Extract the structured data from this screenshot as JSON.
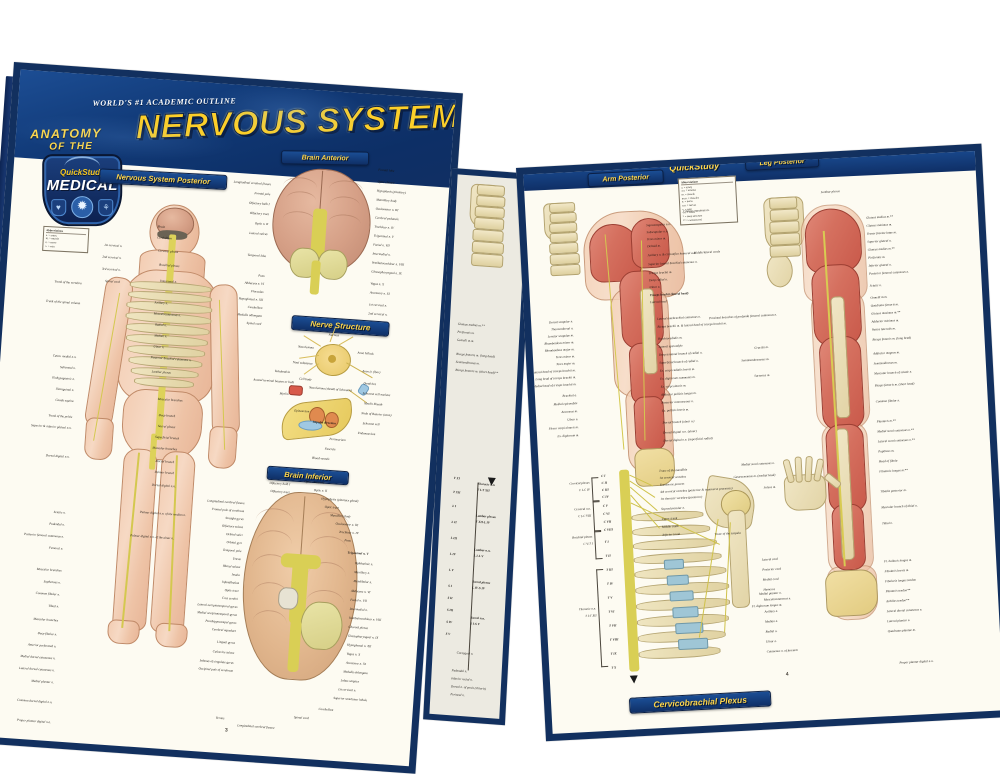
{
  "product": {
    "brand_quickstudy": "QuickStudy",
    "brand_line": "MEDICAL",
    "kicker": "WORLD'S #1 ACADEMIC OUTLINE",
    "title_small_1": "ANATOMY",
    "title_small_2": "OF THE",
    "title_main": "NERVOUS SYSTEM",
    "accent_yellow": "#fccf29",
    "navy": "#12305f",
    "paper": "#fdfbf2"
  },
  "left_panel": {
    "page_number": "3",
    "sections": [
      {
        "ribbon": "Nervous System Posterior"
      },
      {
        "ribbon": "Brain Anterior"
      },
      {
        "ribbon": "Nerve Structure"
      },
      {
        "ribbon": "Brain Inferior"
      }
    ],
    "legend": {
      "title": "Abbreviations",
      "rows": [
        "a. = artery",
        "m. = muscle",
        "n. = nerve",
        "v. = vein"
      ]
    },
    "nervous_system_posterior_labels_right": [
      "Brain",
      "Cerebellum",
      "Cervical plexus",
      "Brachial plexus",
      "Intercostal n.",
      "Axillary n.",
      "Musculocutaneous n.",
      "Radial n.",
      "Median n.",
      "Ulnar n.",
      "Posterior brachial cutaneous n.",
      "Lumbar plexus",
      "Muscular branches",
      "Deep branch",
      "Sacral plexus",
      "Superficial branch",
      "Muscular branches",
      "Dorsal branch",
      "Palmar branch",
      "Dorsal digital n.n.",
      "Palmar digital n.n. of the median n.",
      "Palmar digital n.n. of the ulnar n."
    ],
    "nervous_system_posterior_labels_left": [
      "1st cervical n.",
      "2nd cervical n.",
      "3rd cervical n.",
      "Spinal cord",
      "Trunk of the vertebra",
      "Trunk of the spinal column",
      "Cutan. medial n.n.",
      "Subcostal n.",
      "Iliohypogastric n.",
      "Ilioinguinal n.",
      "Cauda equina",
      "Trunk of the pelvis",
      "Superior & inferior gluteal n.n.",
      "Dorsal digital n.n.",
      "Sciatic n.",
      "Pudendal n.",
      "Posterior femoral cutaneous n.",
      "Femoral n.",
      "Muscular branches",
      "Saphenous n.",
      "Common fibular n.",
      "Tibial n.",
      "Muscular branches",
      "Deep fibular n.",
      "Superficial fibular n.",
      "Medial dorsal cutaneous n.",
      "Lateral dorsal cutaneous n.",
      "Medial plantar n.",
      "Common dorsal digital n.n.",
      "Proper plantar digital n.n."
    ],
    "brain_anterior_labels_left": [
      "Longitudinal cerebral fissure",
      "Frontal pole",
      "Olfactory bulb I",
      "Olfactory tract",
      "Optic n. II",
      "Lateral sulcus",
      "Temporal lobe",
      "Pons",
      "Abducens n. VI",
      "Flocculus",
      "Hypoglossal n. XII",
      "Cerebellum",
      "Medulla oblongata",
      "Spinal cord"
    ],
    "brain_anterior_labels_right": [
      "Frontal lobe",
      "Optic chiasm",
      "Hypophysis (pituitary)",
      "Mamillary body",
      "Oculomotor n. III",
      "Cerebral peduncle",
      "Trochlear n. IV",
      "Trigeminal n. V",
      "Facial n. VII",
      "Intermedial n.",
      "Vestibulocochlear n. VIII",
      "Glossopharyngeal n. IX",
      "Vagus n. X",
      "Accessory n. XI",
      "1st cervical n.",
      "2nd cervical n."
    ],
    "nerve_structure_labels": [
      "Nucleus",
      "Neurilemma",
      "Axon hillock",
      "Nissl substance",
      "Axon (t. fiber)",
      "Cell body",
      "Dendrites",
      "Telodendria",
      "Neurilemma (sheath of Schwann)",
      "Schwann cell nucleus",
      "Axonal terminal bouton or bulb",
      "Myelin Sheath",
      "Myelin",
      "Node of Ranvier (axon)",
      "Schwann cell",
      "Epineurium",
      "Endoneurium",
      "Impulse direction",
      "Perineurium",
      "Fascicle",
      "Blood vessels"
    ],
    "brain_inferior_labels_right": [
      "Optic chiasm II",
      "Optic n. II",
      "Hypophysis (pituitary gland)",
      "Optic tract",
      "Mamillary body",
      "Oculomotor n. III",
      "Trochlear n. IV",
      "Pons",
      "Trigeminal n. V",
      "Ophthalmic n.",
      "Maxillary n.",
      "Mandibular n.",
      "Abducens n. VI",
      "Facial n. VII",
      "Intermedial n.",
      "Vestibulocochlear n. VIII",
      "Choroid plexus",
      "Glossopharyngeal n. IX",
      "Hypoglossal n. XII",
      "Vagus n. X",
      "Accessory n. XI",
      "Medulla oblongata",
      "Lobus simplex",
      "1st cervical n.",
      "Superior semilunar lobule",
      "Cerebellum",
      "Spinal cord",
      "Longitudinal cerebral fissure",
      "Vermis"
    ],
    "brain_inferior_labels_left": [
      "Longitudinal cerebral fissure",
      "Frontal pole of cerebrum",
      "Straight gyrus",
      "Olfactory sulcus",
      "Orbital sulci",
      "Orbital gyri",
      "Olfactory bulb I",
      "Olfactory tract",
      "Temporal pole",
      "Uncus",
      "Rhinal sulcus",
      "Insula",
      "Infundibulum",
      "Optic tract",
      "Crus cerebri",
      "Lateral occipitotemporal gyrus",
      "Medial occipitotemporal gyrus",
      "Parahippocampal gyrus",
      "Cerebral aqueduct",
      "Lingual gyrus",
      "Calcarine sulcus",
      "Isthmus of cingulate gyrus",
      "Occipital pole of cerebrum"
    ],
    "brain_inferior_labels_top": [
      "Olfactory bulb I",
      "Olfactory tract"
    ]
  },
  "fold_panel": {
    "spinal_nerve_levels": [
      "T XI",
      "T XII",
      "L I",
      "L II",
      "L III",
      "L IV",
      "L V",
      "S I",
      "S II",
      "S III",
      "S IV",
      "S V"
    ],
    "plexus_callouts": [
      {
        "name": "Thoracic n.n.",
        "range": "T I-T XII"
      },
      {
        "name": "Lumbar plexus",
        "range": "T XII-L IV"
      },
      {
        "name": "Lumbar n.n.",
        "range": "L I-L V"
      },
      {
        "name": "Sacral plexus",
        "range": "L IV-S IV"
      },
      {
        "name": "Sacral n.n.",
        "range": "S I-S V"
      }
    ],
    "bottom_labels": [
      "Coccygeal n.",
      "Pudendal n.",
      "Inferior rectal n.",
      "Dorsal n. of penis (clitoris)",
      "Perineal n."
    ],
    "upper_labels": [
      "Suprascapular n.n.",
      "Subscapular n.",
      "Axillary n.",
      "Median n. (medial head)",
      "Median n. (lateral head)",
      "Radial n."
    ]
  },
  "right_panel": {
    "page_number": "4",
    "sections": [
      {
        "ribbon": "Arm Posterior"
      },
      {
        "ribbon": "Leg Posterior"
      },
      {
        "ribbon": "Cervicobrachial Plexus"
      }
    ],
    "brand_corner": "QuickStudy",
    "legend": {
      "title": "Abbreviations",
      "rows": [
        "a. = artery",
        "a.a. = arteries",
        "m. = muscle",
        "m.m. = muscles",
        "n. = nerve",
        "n.n. = nerves",
        "v. = vein",
        "v.v. = veins",
        "* = deep structure",
        "** = cut/removed"
      ]
    },
    "arm_posterior_labels_right": [
      "Gluteus maximus m.",
      "Suprascapular n.n.",
      "Subscapular n.n.",
      "Teres minor m.",
      "Deltoid m.",
      "Axillary n. & circumflex humeral a.a.",
      "Middle/lateral cords",
      "Superior lateral brachial cutaneous n.",
      "Triceps brachii m.",
      "Deep radial n.",
      "Ulnar n.",
      "Triceps brachii (lateral head)",
      "Lateral head",
      "Lateral antebrachial cutaneous n.",
      "Biceps brachii m. & lateral head of triceps brachii m.",
      "Brachioradialis m.",
      "Lateral epicondyle",
      "Deep terminal branch of radial n.",
      "Superficial branch of radial n.",
      "Ex. carpi radialis brevis m.",
      "Ex. digitorum communis m.",
      "Ex. carpi ulnaris m.",
      "Abductor pollicis longus m.",
      "Posterior interosseous n.",
      "Ex. pollicis brevis m.",
      "Dorsal branch (ulnar n.)",
      "Dorsal digital n.n. (ulnar)",
      "Dorsal digital n.n. (superficial radial)"
    ],
    "arm_posterior_labels_left": [
      "Dorsal scapular n.",
      "Thoracodorsal n.",
      "Levator scapulae m.",
      "Rhomboideus minor m.",
      "Rhomboideus major m.",
      "Teres minor m.",
      "Teres major m.",
      "Lateral head of triceps brachii m.",
      "Long head of triceps brachii m.",
      "Medial head of triceps brachii m.",
      "Brachial a.",
      "Medial epicondyle",
      "Anconeus m.",
      "Ulnar n.",
      "Flexor carpi ulnaris m.",
      "Ex. digitorum m."
    ],
    "leg_posterior_labels_right": [
      "Lumbar plexus",
      "Gluteus medius m.**",
      "Gluteus minimus m.",
      "Tensor fasciae latae m.",
      "Superior gluteal n.",
      "Gluteus medius m.**",
      "Piriformis m.",
      "Inferior gluteal n.",
      "Posterior femoral cutaneous n.",
      "Sciatic n.",
      "Gemelli m.m.",
      "Quadratus femoris m.",
      "Gluteus maximus m.**",
      "Adductor minimus m.",
      "Vastus lateralis m.",
      "Biceps femoris m. (long head)",
      "Adductor magnus m.",
      "Semitendinosus m.",
      "Muscular branch of sciatic n.",
      "Biceps femoris m. (short head)",
      "Common fibular n.",
      "Plantaris m.**",
      "Medial sural cutaneous n.**",
      "Lateral sural cutaneous n.**",
      "Popliteus m.",
      "Head of fibula",
      "Fibularis longus m.**",
      "Tibialis posterior m.",
      "Muscular branch of tibial n.",
      "Tibial n.",
      "Fl. hallucis longus m.",
      "Fibularis brevis m.",
      "Fibularis longus tendon",
      "Plantaris tendon**",
      "Achilles tendon**",
      "Lateral dorsal cutaneous n.",
      "Lateral plantar n.",
      "Quadratus plantae m.",
      "Proper plantar digital n.n."
    ],
    "leg_posterior_labels_left": [
      "Gracilis m.",
      "Semimembranosus m.",
      "Proximal branches of profunda femoral cutaneous n.",
      "Sartorius m.",
      "Medial sural cutaneous n.",
      "Gastrocnemius m. (medial head)",
      "Soleus m.",
      "Medial plantar n.",
      "Fl. digitorum longus m."
    ],
    "cervicobrachial_labels_right": [
      "Trunc of the mandible",
      "1st cervical vertebra",
      "Transverse process",
      "4th cervical vertebra (posterior & transverse processes)",
      "1st thoracic vertebra (posterior)",
      "Supraclavicular n.",
      "Upper trunk",
      "Middle trunk",
      "Inferior trunk",
      "Trunc of the scapula",
      "Lateral cord",
      "Posterior cord",
      "Medial cord",
      "Humerus",
      "Musculocutaneous n.",
      "Axillary n.",
      "Median n.",
      "Radial n.",
      "Ulnar n.",
      "Cutaneous n. of forearm",
      "Dorsal digital n.n."
    ],
    "cervicobrachial_braces": [
      {
        "label": "Cervical plexus",
        "range": "C I-C IV"
      },
      {
        "label": "Cervical n.n.",
        "range": "C I-C VIII"
      },
      {
        "label": "Brachial plexus",
        "range": "C V-T I"
      },
      {
        "label": "Thoracic n.n.",
        "range": "T I-T XII"
      }
    ],
    "vertebra_levels": [
      "C I",
      "C II",
      "C III",
      "C IV",
      "C V",
      "C VI",
      "C VII",
      "C VIII",
      "T I",
      "T II",
      "T III",
      "T IV",
      "T V",
      "T VI",
      "T VII",
      "T VIII",
      "T IX",
      "T X"
    ]
  }
}
